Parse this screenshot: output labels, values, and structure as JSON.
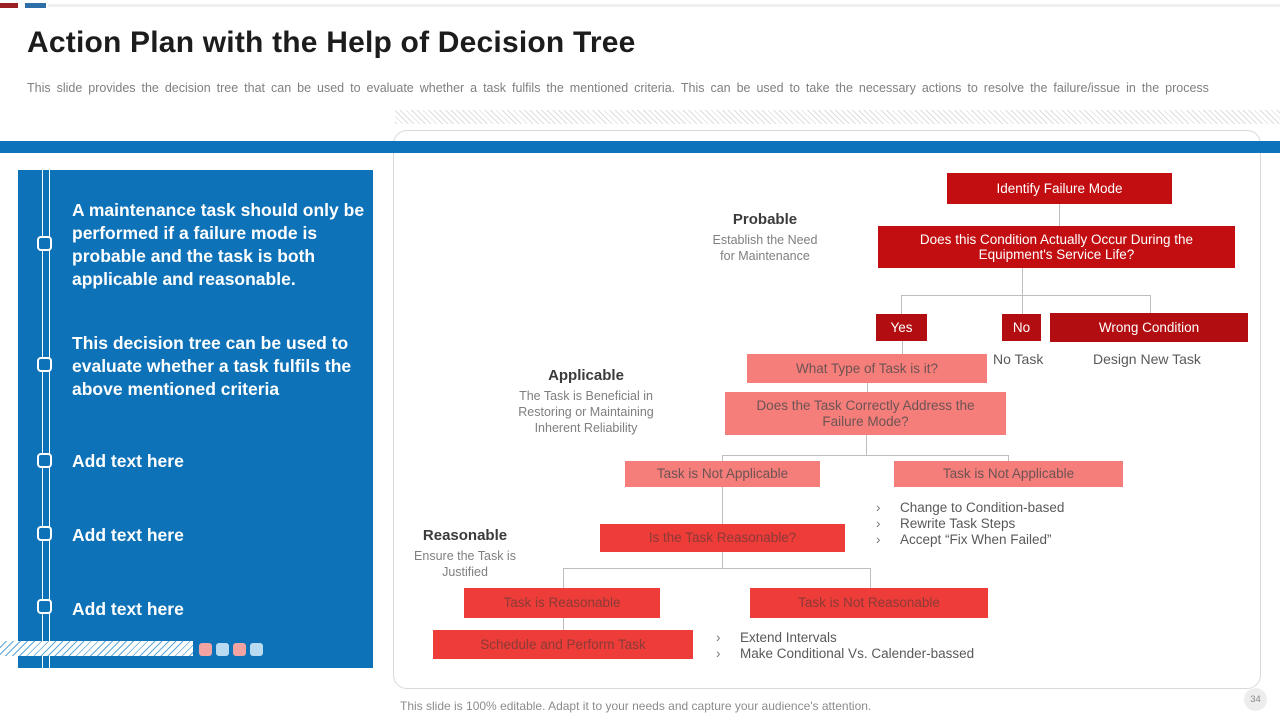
{
  "slide": {
    "title": "Action Plan with the Help of Decision Tree",
    "subtitle": "This slide provides the decision tree that can be used to evaluate whether a task fulfils the mentioned criteria. This can be used to take the necessary actions to resolve the failure/issue in the process",
    "footer": "This slide is 100% editable. Adapt it to your needs and capture your audience's attention.",
    "page_number": "34"
  },
  "colors": {
    "accent_blue": "#0d73bb",
    "dark_red": "#c30e11",
    "darker_red": "#b20d10",
    "salmon": "#f57e7b",
    "bright_red": "#ee3c39",
    "pink_square": "#f2a3a2",
    "light_blue_square": "#b9dbf2"
  },
  "sidebar": {
    "items": [
      {
        "label": "A maintenance task should only be performed if a failure mode is probable and the task is both applicable and reasonable."
      },
      {
        "label": "This decision tree can be used to evaluate whether a task fulfils the above mentioned criteria"
      },
      {
        "label": "Add text here"
      },
      {
        "label": "Add text here"
      },
      {
        "label": "Add text here"
      }
    ]
  },
  "tree": {
    "stages": [
      {
        "title": "Probable",
        "subtitle": "Establish the Need for Maintenance"
      },
      {
        "title": "Applicable",
        "subtitle": "The Task is Beneficial in Restoring or Maintaining Inherent Reliability"
      },
      {
        "title": "Reasonable",
        "subtitle": "Ensure the Task is Justified"
      }
    ],
    "nodes": {
      "identify": "Identify Failure Mode",
      "condition": "Does this Condition Actually Occur During the Equipment's Service Life?",
      "yes": "Yes",
      "no": "No",
      "wrong": "Wrong Condition",
      "no_task": "No Task",
      "design_new_task": "Design New Task",
      "what_type": "What Type of Task is it?",
      "address": "Does the Task Correctly Address the Failure Mode?",
      "tna_left": "Task is Not Applicable",
      "tna_right": "Task is Not Applicable",
      "is_reasonable": "Is the Task Reasonable?",
      "task_reasonable": "Task is Reasonable",
      "task_not_reasonable": "Task is Not Reasonable",
      "schedule": "Schedule and Perform Task"
    },
    "actions_not_applicable": [
      "Change to Condition-based",
      "Rewrite Task Steps",
      "Accept “Fix When Failed”"
    ],
    "actions_not_reasonable": [
      "Extend Intervals",
      "Make Conditional  Vs. Calender-bassed"
    ]
  }
}
